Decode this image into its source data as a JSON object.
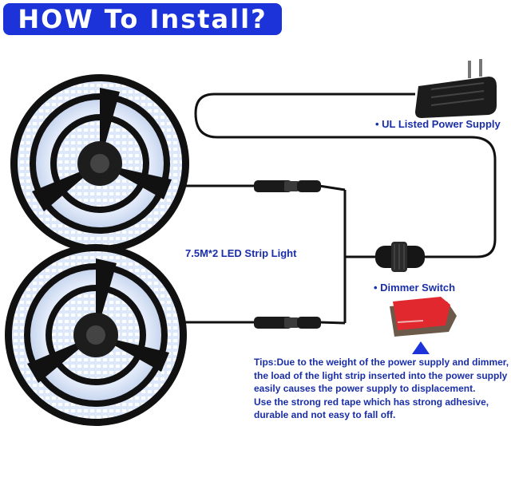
{
  "title": "HOW To Install?",
  "labels": {
    "power_supply": "• UL Listed Power Supply",
    "strip_light": "7.5M*2 LED Strip Light",
    "dimmer_switch": "• Dimmer Switch"
  },
  "tips": [
    "Tips:Due to the weight of the power supply and dimmer,",
    "the load of the light strip inserted into the power supply",
    "easily causes the power supply to displacement.",
    "Use the strong red tape which has strong adhesive,",
    "durable and not easy to fall off."
  ],
  "colors": {
    "title_bg": "#1b33d8",
    "label_text": "#1a2ea8",
    "tape_red": "#e0282e",
    "arrow_blue": "#1b33d8"
  }
}
